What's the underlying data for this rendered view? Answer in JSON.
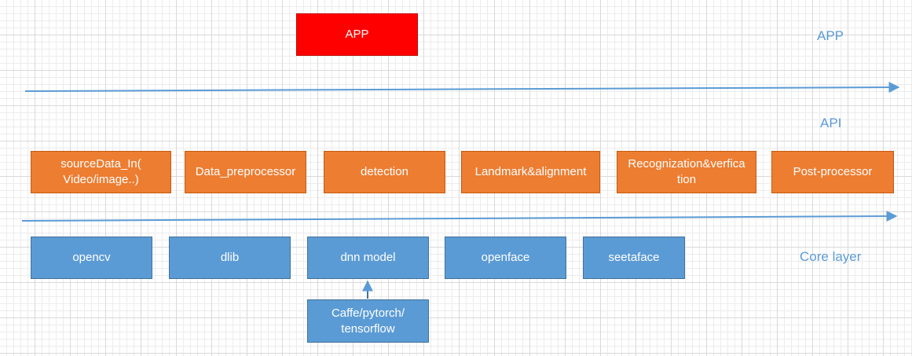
{
  "app_box": {
    "label": "APP"
  },
  "layer_labels": {
    "app": "APP",
    "api": "API",
    "core": "Core layer"
  },
  "api_boxes": [
    {
      "label": "sourceData_In(\nVideo/image..)"
    },
    {
      "label": "Data_preprocessor"
    },
    {
      "label": "detection"
    },
    {
      "label": "Landmark&alignment"
    },
    {
      "label": "Recognization&verfica\ntion"
    },
    {
      "label": "Post-processor"
    }
  ],
  "core_boxes": [
    {
      "label": "opencv"
    },
    {
      "label": "dlib"
    },
    {
      "label": "dnn model"
    },
    {
      "label": "openface"
    },
    {
      "label": "seetaface"
    }
  ],
  "framework_box": {
    "label": "Caffe/pytorch/\ntensorflow"
  },
  "colors": {
    "app": "#ff0000",
    "api": "#ed7d31",
    "core": "#5b9bd5",
    "label_text": "#5b9bd5",
    "arrow": "#5b9bd5"
  }
}
